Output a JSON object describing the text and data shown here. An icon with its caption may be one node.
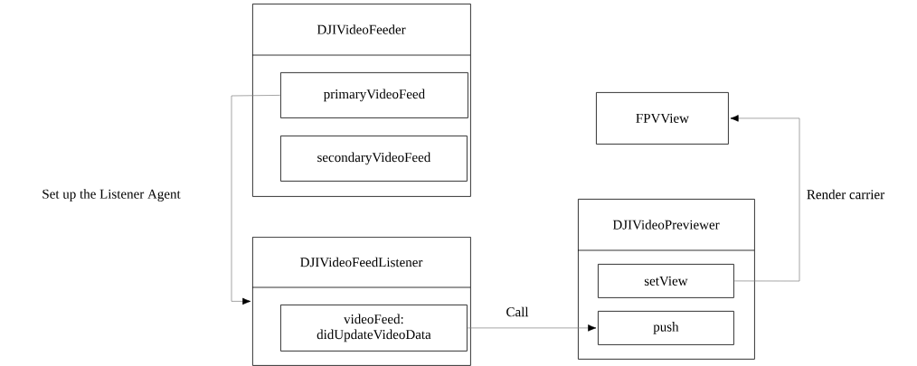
{
  "diagram": {
    "nodes": [
      {
        "text": [
          "DJIVideoFeeder"
        ]
      },
      {
        "text": [
          "primaryVideoFeed"
        ],
        "in": 0
      },
      {
        "text": [
          "secondaryVideoFeed"
        ],
        "in": 0
      },
      {
        "text": [
          "FPVView"
        ]
      },
      {
        "text": [
          "DJIVideoFeedListener"
        ]
      },
      {
        "text": [
          "videoFeed: didUpdateVideoData"
        ],
        "in": 4
      },
      {
        "text": [
          "DJIVideoPreviewer"
        ]
      },
      {
        "text": [
          "setView"
        ],
        "in": 6
      },
      {
        "text": [
          "push"
        ],
        "in": 6
      }
    ],
    "edges": [
      {
        "from": 1,
        "to": 4,
        "arrow": "to",
        "label": "Set up the Listener Agent"
      },
      {
        "from": 5,
        "to": 8,
        "arrow": "to",
        "label": "Call"
      },
      {
        "from": 7,
        "to": 3,
        "arrow": "to",
        "label": "Render carrier"
      }
    ]
  }
}
